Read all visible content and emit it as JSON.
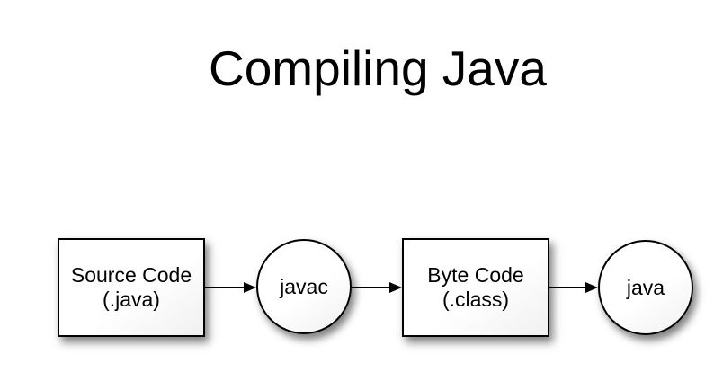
{
  "title": "Compiling Java",
  "diagram": {
    "nodes": [
      {
        "id": "source-code",
        "shape": "rectangle",
        "line1": "Source Code",
        "line2": "(.java)"
      },
      {
        "id": "javac",
        "shape": "circle",
        "label": "javac"
      },
      {
        "id": "byte-code",
        "shape": "rectangle",
        "line1": "Byte Code",
        "line2": "(.class)"
      },
      {
        "id": "java",
        "shape": "circle",
        "label": "java"
      }
    ],
    "edges": [
      {
        "from": "source-code",
        "to": "javac"
      },
      {
        "from": "javac",
        "to": "byte-code"
      },
      {
        "from": "byte-code",
        "to": "java"
      }
    ]
  },
  "colors": {
    "background": "#ffffff",
    "text": "#000000",
    "node_border": "#000000",
    "node_fill": "#ffffff",
    "node_fill_edge": "#f0f0f0"
  }
}
